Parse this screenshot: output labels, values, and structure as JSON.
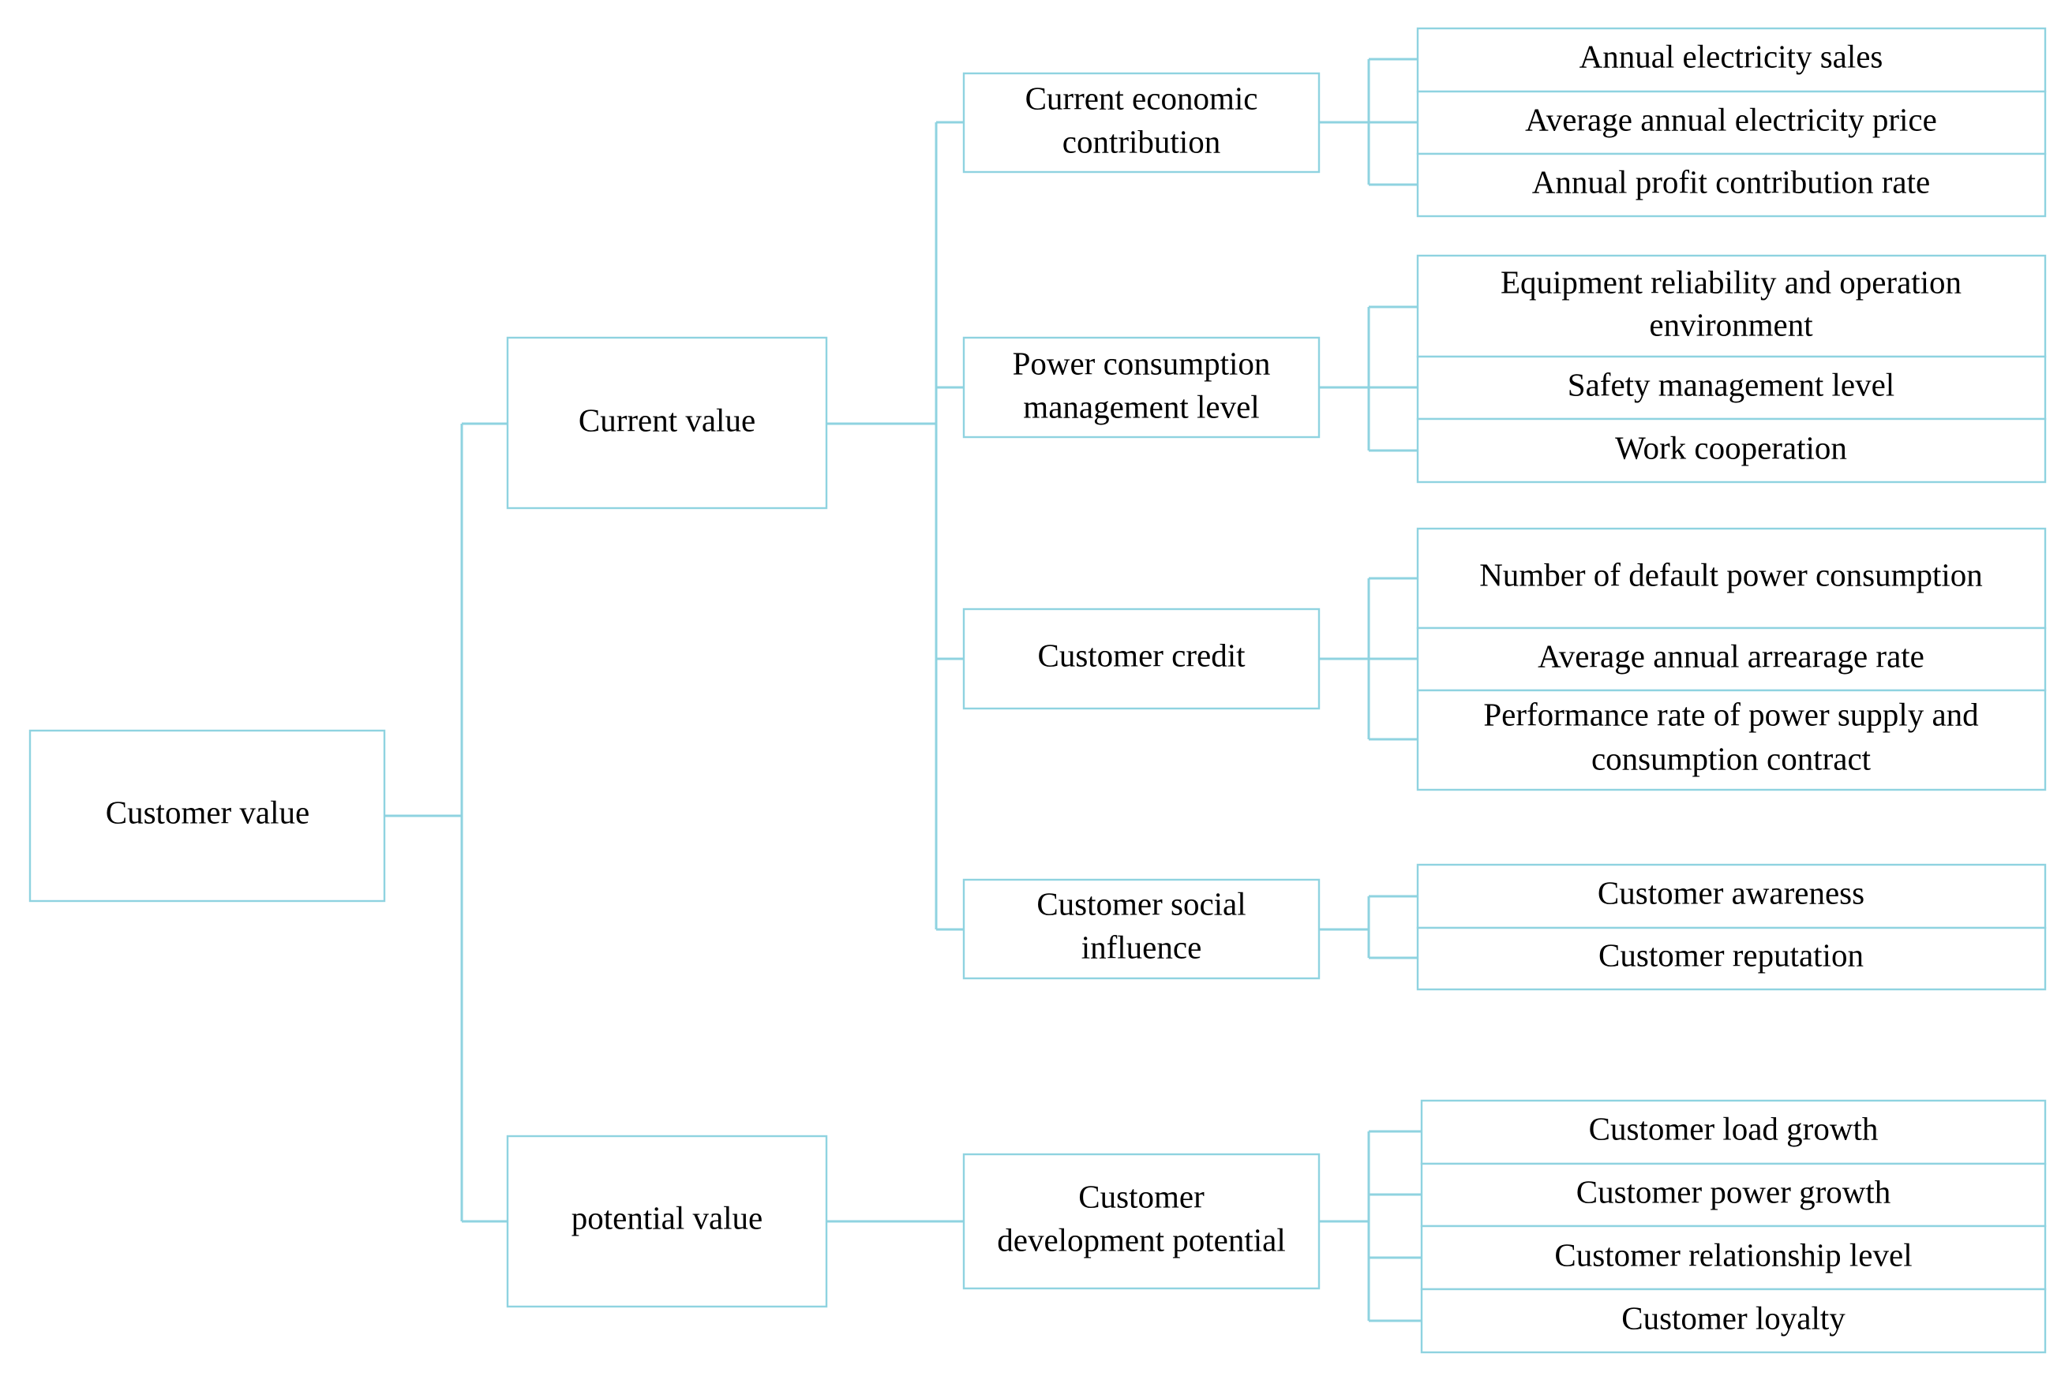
{
  "root": {
    "label": "Customer value"
  },
  "level1": [
    {
      "label": "Current value"
    },
    {
      "label": "potential value"
    }
  ],
  "level2": [
    {
      "label": "Current economic contribution",
      "lines": [
        "Current economic",
        "contribution"
      ]
    },
    {
      "label": "Power consumption management level",
      "lines": [
        "Power consumption",
        "management level"
      ]
    },
    {
      "label": "Customer credit",
      "lines": [
        "Customer credit"
      ]
    },
    {
      "label": "Customer social influence",
      "lines": [
        "Customer social",
        "influence"
      ]
    },
    {
      "label": "Customer development potential",
      "lines": [
        "Customer",
        "development potential"
      ]
    }
  ],
  "indicators": [
    {
      "group": "Current economic contribution",
      "items": [
        {
          "lines": [
            "Annual electricity sales"
          ]
        },
        {
          "lines": [
            "Average annual electricity price"
          ]
        },
        {
          "lines": [
            "Annual profit contribution rate"
          ]
        }
      ]
    },
    {
      "group": "Power consumption management level",
      "items": [
        {
          "lines": [
            "Equipment reliability and operation",
            "environment"
          ]
        },
        {
          "lines": [
            "Safety management level"
          ]
        },
        {
          "lines": [
            "Work cooperation"
          ]
        }
      ]
    },
    {
      "group": "Customer credit",
      "items": [
        {
          "lines": [
            "Number of default power consumption"
          ]
        },
        {
          "lines": [
            "Average annual arrearage rate"
          ]
        },
        {
          "lines": [
            "Performance rate of power supply and",
            "consumption contract"
          ]
        }
      ]
    },
    {
      "group": "Customer social influence",
      "items": [
        {
          "lines": [
            "Customer awareness"
          ]
        },
        {
          "lines": [
            "Customer reputation"
          ]
        }
      ]
    },
    {
      "group": "Customer development potential",
      "items": [
        {
          "lines": [
            "Customer load growth"
          ]
        },
        {
          "lines": [
            "Customer power growth"
          ]
        },
        {
          "lines": [
            "Customer relationship level"
          ]
        },
        {
          "lines": [
            "Customer loyalty"
          ]
        }
      ]
    }
  ],
  "colors": {
    "line": "#8fd3e0",
    "text": "#000000",
    "background": "#ffffff"
  }
}
